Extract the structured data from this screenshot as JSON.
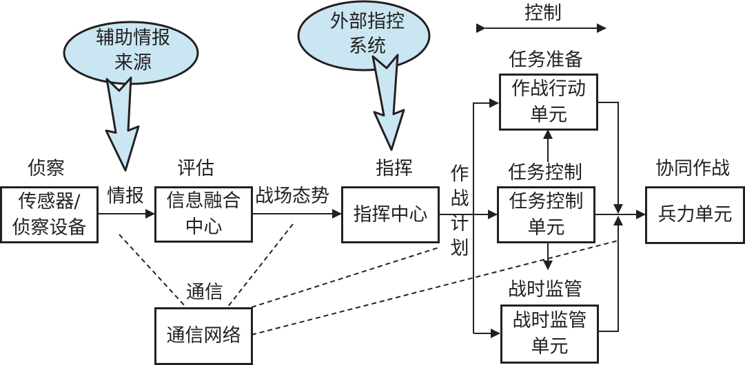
{
  "sources": {
    "aux_intel": {
      "lines": [
        "辅助情报",
        "来源"
      ],
      "fill": "#c9e6f2"
    },
    "external_cmd": {
      "lines": [
        "外部指控",
        "系统"
      ],
      "fill": "#c9e6f2"
    }
  },
  "stages": {
    "recon": {
      "heading": "侦察",
      "box_lines": [
        "传感器/",
        "侦察设备"
      ]
    },
    "assess": {
      "heading": "评估",
      "box_lines": [
        "信息融合",
        "中心"
      ]
    },
    "command": {
      "heading": "指挥",
      "box_lines": [
        "指挥中心"
      ]
    },
    "task_prep": {
      "heading": "任务准备",
      "box_lines": [
        "作战行动",
        "单元"
      ]
    },
    "task_control": {
      "heading": "任务控制",
      "box_lines": [
        "任务控制",
        "单元"
      ]
    },
    "wartime_supervision": {
      "heading": "战时监管",
      "box_lines": [
        "战时监管",
        "单元"
      ]
    },
    "joint_ops": {
      "heading": "协同作战",
      "box_lines": [
        "兵力单元"
      ]
    },
    "comms": {
      "heading": "通信",
      "box_lines": [
        "通信网络"
      ]
    }
  },
  "edge_labels": {
    "intel": "情报",
    "battlefield_situation": "战场态势",
    "ops_plan": [
      "作",
      "战",
      "计",
      "划"
    ],
    "control": "控制"
  },
  "colors": {
    "line": "#231f20",
    "source_fill": "#c9e6f2"
  }
}
